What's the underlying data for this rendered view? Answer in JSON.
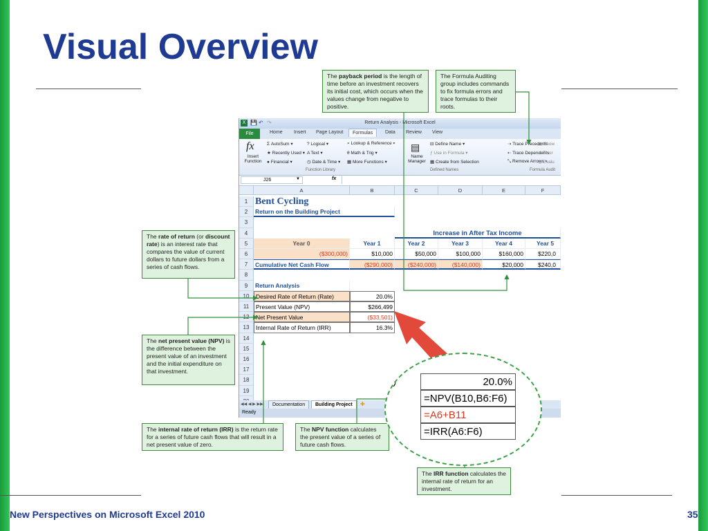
{
  "slide": {
    "title": "Visual Overview",
    "footer_left": "New Perspectives on Microsoft Excel 2010",
    "page_number": "35"
  },
  "callouts": {
    "payback": {
      "bold": "payback period",
      "pre": "The ",
      "post": " is the length of time before an investment recovers its initial cost, which occurs when the values change from negative to positive."
    },
    "auditing": {
      "text": "The Formula Auditing group includes commands to fix formula errors and trace formulas to their roots."
    },
    "rate": {
      "pre": "The ",
      "bold1": "rate of return",
      "mid": " (or ",
      "bold2": "discount rate",
      "post": ") is an interest rate that compares the value of current dollars to future dollars from a series of cash flows."
    },
    "npv_value": {
      "pre": "The ",
      "bold": "net present value (NPV)",
      "post": " is the difference between the present value of an investment and the initial expenditure on that investment."
    },
    "irr_rate": {
      "pre": "The ",
      "bold": "internal rate of return (IRR)",
      "post": " is the return rate for a series of future cash flows that will result in a net present value of zero."
    },
    "npv_func": {
      "pre": "The ",
      "bold": "NPV function",
      "post": " calculates the present value of a series of future cash flows."
    },
    "irr_func": {
      "pre": "The ",
      "bold": "IRR function",
      "post": " calculates the internal rate of return for an investment."
    }
  },
  "excel": {
    "window_title": "Return Analysis - Microsoft Excel",
    "tabs": [
      "File",
      "Home",
      "Insert",
      "Page Layout",
      "Formulas",
      "Data",
      "Review",
      "View"
    ],
    "active_tab": "Formulas",
    "ribbon": {
      "insert_function": "Insert Function",
      "autosum": "AutoSum",
      "recently_used": "Recently Used",
      "financial": "Financial",
      "logical": "Logical",
      "text": "Text",
      "date_time": "Date & Time",
      "lookup": "Lookup & Reference",
      "math": "Math & Trig",
      "more": "More Functions",
      "group_function_library": "Function Library",
      "name_manager": "Name Manager",
      "define_name": "Define Name",
      "use_in_formula": "Use in Formula",
      "create_from_selection": "Create from Selection",
      "group_defined_names": "Defined Names",
      "trace_precedents": "Trace Precedents",
      "trace_dependents": "Trace Dependents",
      "remove_arrows": "Remove Arrows",
      "show": "Show",
      "error": "Error",
      "evaluate": "Evalu",
      "group_formula_auditing": "Formula Audit"
    },
    "name_box": "J26",
    "fx": "fx",
    "columns": [
      "A",
      "B",
      "C",
      "D",
      "E",
      "F"
    ],
    "rows": [
      "1",
      "2",
      "3",
      "4",
      "5",
      "6",
      "7",
      "8",
      "9",
      "10",
      "11",
      "12",
      "13",
      "14",
      "15",
      "16",
      "17",
      "18",
      "19",
      "20"
    ],
    "cells": {
      "a1": "Bent Cycling",
      "a2": "Return on the Building Project",
      "increase_header": "Increase in After Tax Income",
      "year0": "Year 0",
      "year1": "Year 1",
      "year2": "Year 2",
      "year3": "Year 3",
      "year4": "Year 4",
      "year5": "Year 5",
      "b6_a": "($300,000)",
      "b6_b": "$10,000",
      "b6_c": "$50,000",
      "b6_d": "$100,000",
      "b6_e": "$160,000",
      "b6_f": "$220,0",
      "a7": "Cumulative Net Cash Flow",
      "b7": "($290,000)",
      "c7": "($240,000)",
      "d7": "($140,000)",
      "e7": "$20,000",
      "f7": "$240,0",
      "a9": "Return Analysis",
      "a10": "Desired Rate of Return (Rate)",
      "b10": "20.0%",
      "a11": "Present Value (NPV)",
      "b11": "$266,499",
      "a12": "Net Present Value",
      "b12": "($33,501)",
      "a13": "Internal Rate of Return (IRR)",
      "b13": "16.3%"
    },
    "sheet_tabs": [
      "Documentation",
      "Building Project"
    ],
    "status": "Ready"
  },
  "zoom": {
    "label_fragment": "e)",
    "rate": "20.0%",
    "npv_formula": "=NPV(B10,B6:F6)",
    "net_formula": "=A6+B11",
    "irr_formula": "=IRR(A6:F6)"
  },
  "colors": {
    "title": "#1f3a93",
    "side_bar": "#2ab24f",
    "callout_bg": "#dff2df",
    "arrow": "#2f8f3a",
    "zoom_arrow": "#e03a2a"
  }
}
